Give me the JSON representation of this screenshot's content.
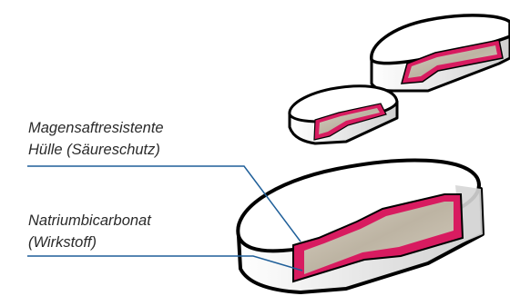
{
  "labels": {
    "coating": {
      "line1": "Magensaftresistente",
      "line2": "Hülle (Säureschutz)"
    },
    "core": {
      "line1": "Natriumbicarbonat",
      "line2": "(Wirkstoff)"
    }
  },
  "colors": {
    "shell_outline": "#000000",
    "shell_fill": "#ffffff",
    "shell_shade": "#d9d9d9",
    "coating": "#d81b60",
    "core": "#c9c0b0",
    "leader_line": "#1f5f99"
  }
}
